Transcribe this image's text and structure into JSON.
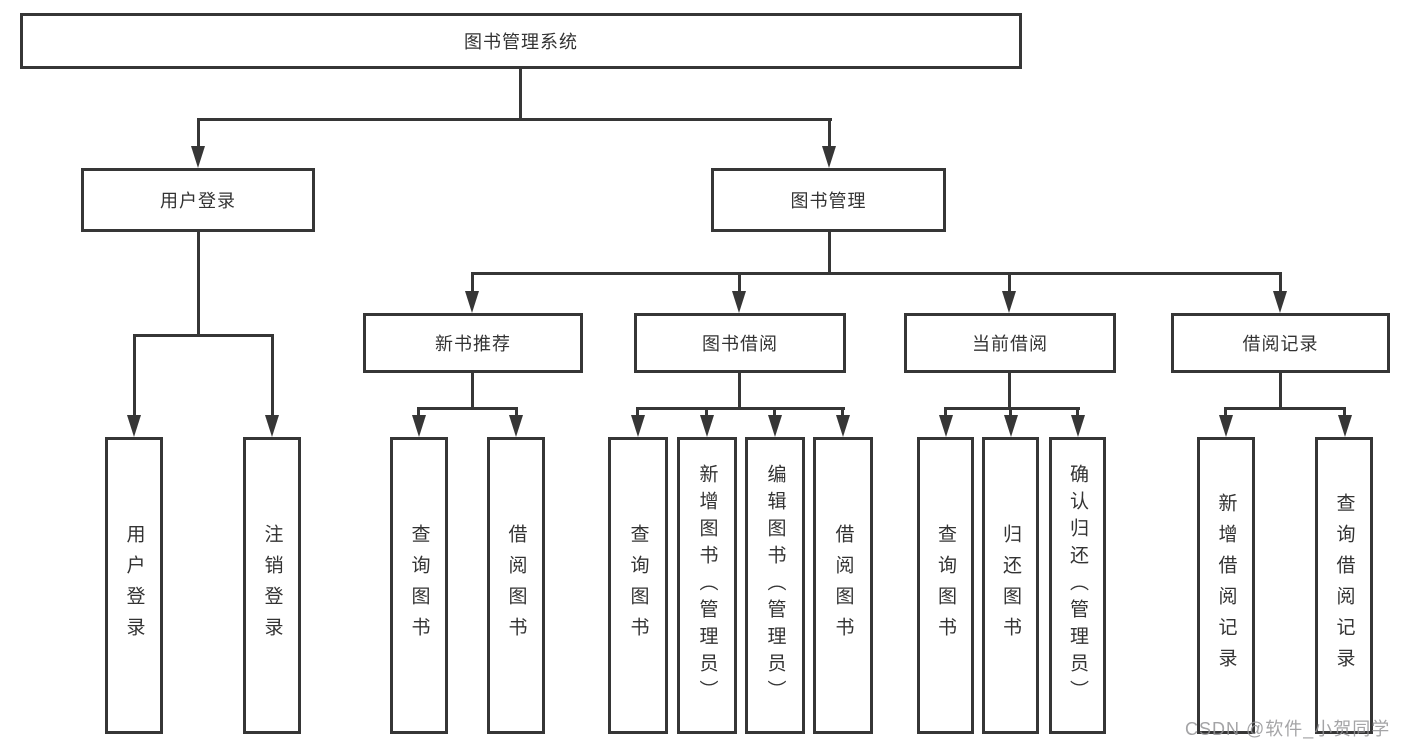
{
  "diagram": {
    "root": {
      "label": "图书管理系统"
    },
    "level2": {
      "user_login": {
        "label": "用户登录"
      },
      "book_mgmt": {
        "label": "图书管理"
      }
    },
    "level3": {
      "new_books": {
        "label": "新书推荐"
      },
      "book_borrow": {
        "label": "图书借阅"
      },
      "current_borrow": {
        "label": "当前借阅"
      },
      "borrow_records": {
        "label": "借阅记录"
      }
    },
    "leaves": {
      "user_login": [
        "用户登录",
        "注销登录"
      ],
      "new_books": [
        "查询图书",
        "借阅图书"
      ],
      "book_borrow": [
        "查询图书",
        "新增图书（管理员）",
        "编辑图书（管理员）",
        "借阅图书"
      ],
      "current_borrow": [
        "查询图书",
        "归还图书",
        "确认归还（管理员）"
      ],
      "borrow_records": [
        "新增借阅记录",
        "查询借阅记录"
      ]
    }
  },
  "watermark": {
    "text": "CSDN @软件_小贺同学"
  },
  "colors": {
    "line": "#363636",
    "text": "#333333",
    "watermark": "#949496"
  }
}
